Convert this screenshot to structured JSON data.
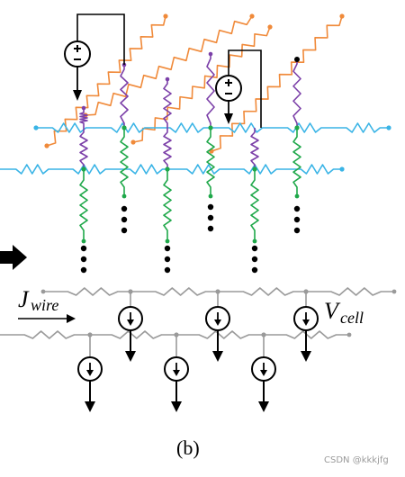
{
  "figure": {
    "panel_label": "(b)",
    "current_label_main": "J",
    "current_label_sub": "wire",
    "voltage_label_main": "V",
    "voltage_label_sub": "cell",
    "dots": "•\n•\n•"
  },
  "watermark": "CSDN @kkkjfg",
  "colors": {
    "word_line": "#f08a3a",
    "bit_line": "#3ab4e6",
    "selector": "#7b3fa8",
    "memristor": "#1fa84a",
    "bottom_wire": "#9a9a9a",
    "source": "#000000",
    "arrow": "#000000"
  },
  "icons": [
    "voltage-source-icon",
    "current-source-icon",
    "right-arrow-icon"
  ]
}
